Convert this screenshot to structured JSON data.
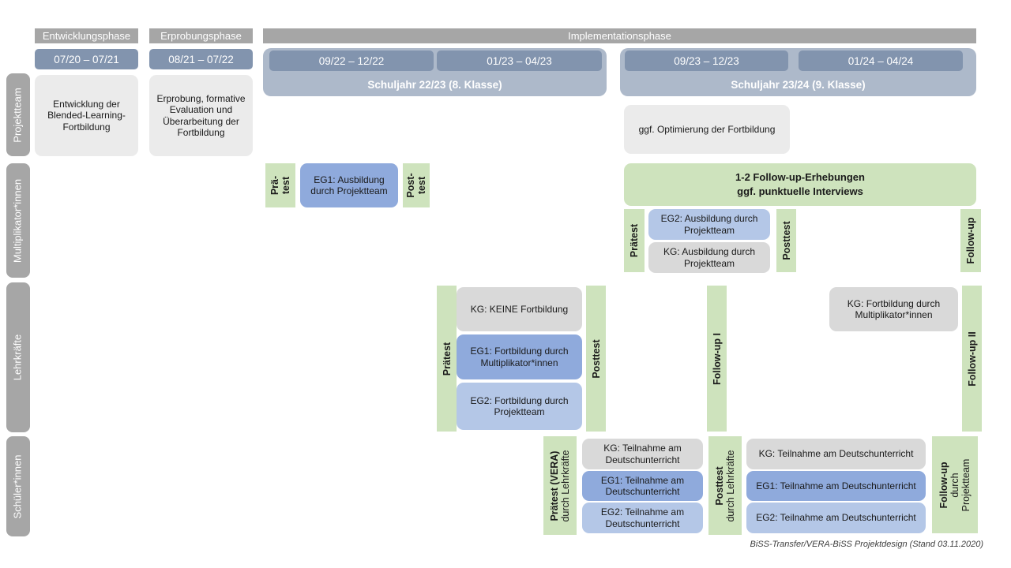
{
  "phases": {
    "entwicklung": {
      "label": "Entwicklungsphase",
      "date": "07/20 – 07/21"
    },
    "erprobung": {
      "label": "Erprobungsphase",
      "date": "08/21 – 07/22"
    },
    "implementation": {
      "label": "Implementationsphase"
    }
  },
  "schuljahr1": {
    "label": "Schuljahr 22/23 (8. Klasse)",
    "date1": "09/22 – 12/22",
    "date2": "01/23 – 04/23"
  },
  "schuljahr2": {
    "label": "Schuljahr 23/24 (9. Klasse)",
    "date1": "09/23 – 12/23",
    "date2": "01/24 – 04/24"
  },
  "rows": {
    "projektteam": {
      "label": "Projektteam",
      "box1": "Entwicklung der Blended-Learning-Fortbildung",
      "box2": "Erprobung, formative Evaluation und Überarbeitung der Fortbildung",
      "box3": "ggf. Optimierung der Fortbildung"
    },
    "multiplikatoren": {
      "label": "Multiplikator*innen",
      "praetest1_l1": "Prä-",
      "praetest1_l2": "test",
      "eg1": "EG1: Ausbildung durch Projektteam",
      "posttest1_l1": "Post-",
      "posttest1_l2": "test",
      "followup_box_l1": "1-2 Follow-up-Erhebungen",
      "followup_box_l2": "ggf. punktuelle Interviews",
      "praetest2": "Prätest",
      "eg2": "EG2: Ausbildung durch Projektteam",
      "kg": "KG: Ausbildung durch Projektteam",
      "posttest2": "Posttest",
      "followup": "Follow-up"
    },
    "lehrkraefte": {
      "label": "Lehrkräfte",
      "praetest": "Prätest",
      "kg": "KG: KEINE Fortbildung",
      "eg1": "EG1: Fortbildung durch Multiplikator*innen",
      "eg2": "EG2: Fortbildung durch Projektteam",
      "posttest": "Posttest",
      "followup1": "Follow-up I",
      "kg2": "KG: Fortbildung durch Multiplikator*innen",
      "followup2": "Follow-up II"
    },
    "schueler": {
      "label": "Schüler*innen",
      "praetest_bold": "Prätest (VERA)",
      "praetest_sub": "durch Lehrkräfte",
      "kg": "KG: Teilnahme am Deutschunterricht",
      "eg1": "EG1: Teilnahme am Deutschunterricht",
      "eg2": "EG2: Teilnahme am Deutschunterricht",
      "posttest_bold": "Posttest",
      "posttest_sub": "durch Lehrkräfte",
      "kg2": "KG: Teilnahme am Deutschunterricht",
      "eg1b": "EG1: Teilnahme am Deutschunterricht",
      "eg2b": "EG2: Teilnahme am Deutschunterricht",
      "followup_bold": "Follow-up",
      "followup_sub1": "durch",
      "followup_sub2": "Projektteam"
    }
  },
  "footer": "BiSS-Transfer/VERA-BiSS Projektdesign (Stand 03.11.2020)",
  "colors": {
    "header_gray": "#a6a6a6",
    "date_blue": "#8294ae",
    "band_blue": "#adb9ca",
    "light_gray_box": "#ebebeb",
    "kg_gray": "#d9d9d9",
    "eg1_blue": "#8faadc",
    "eg2_blue": "#b4c7e7",
    "test_green": "#cee3bd"
  }
}
